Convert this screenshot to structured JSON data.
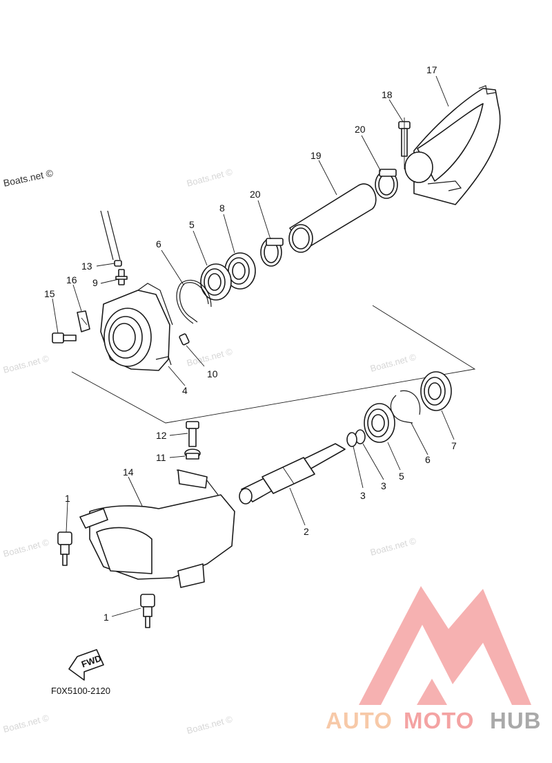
{
  "diagram_code": "F0X5100-2120",
  "fwd_label": "FWD",
  "watermarks": {
    "main": "Boats.net ©",
    "repeat": "Boats.net ©"
  },
  "brand": {
    "part1": "AUTO",
    "part2": "MOTO",
    "part3": "HUB",
    "color_main": "#f4a3a3",
    "color_light": "#f7c9a8",
    "color_hub": "#a9a9a9"
  },
  "callouts": {
    "c1a": "1",
    "c1b": "1",
    "c2": "2",
    "c3a": "3",
    "c3b": "3",
    "c4": "4",
    "c5a": "5",
    "c5b": "5",
    "c6a": "6",
    "c6b": "6",
    "c7": "7",
    "c8": "8",
    "c9": "9",
    "c10": "10",
    "c11": "11",
    "c12": "12",
    "c13": "13",
    "c14": "14",
    "c15": "15",
    "c16": "16",
    "c17": "17",
    "c18": "18",
    "c19": "19",
    "c20a": "20",
    "c20b": "20"
  }
}
